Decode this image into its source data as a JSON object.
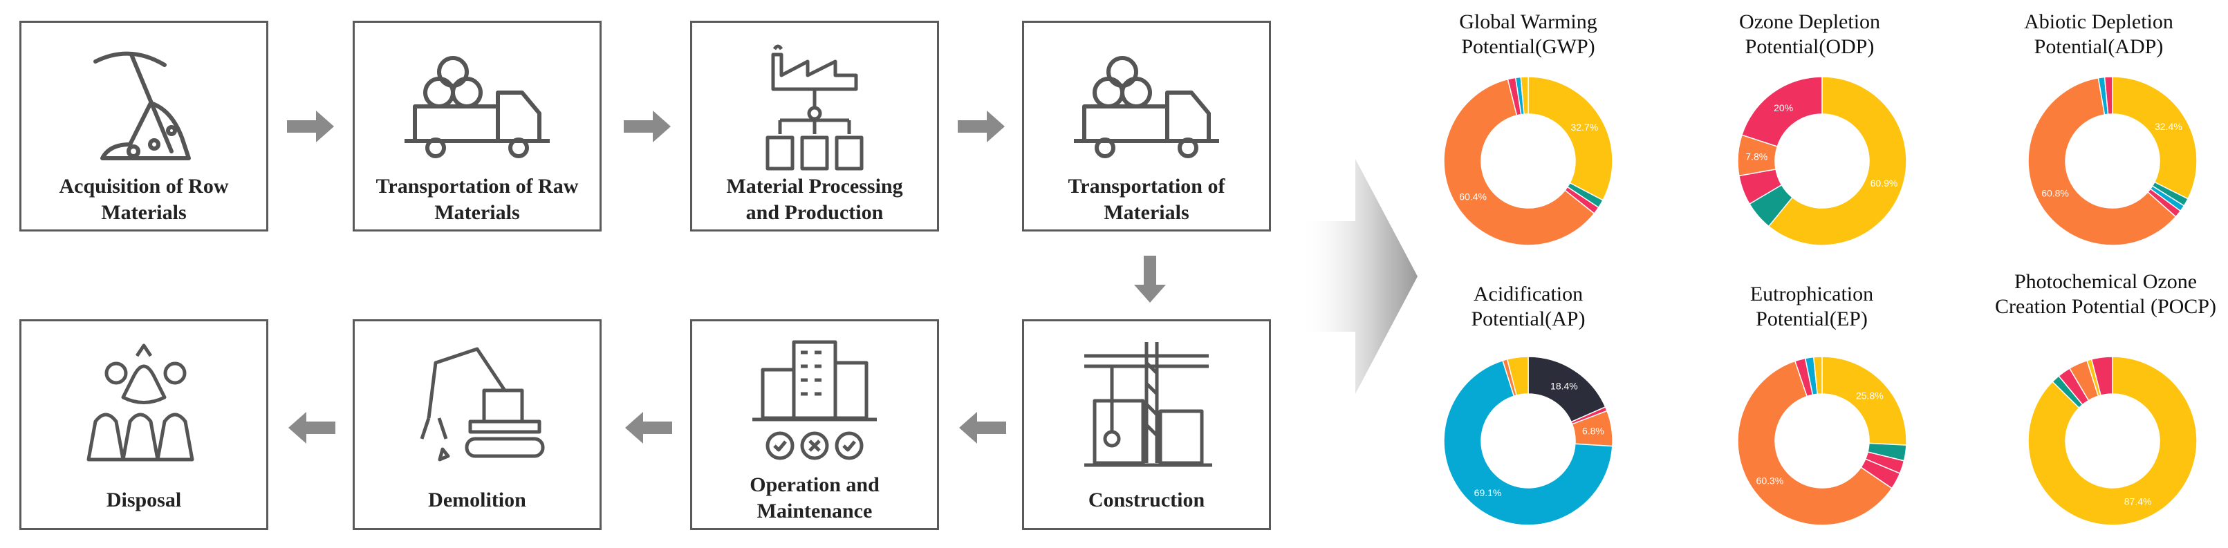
{
  "stages": [
    {
      "id": "acq",
      "label": "Acquisition of Row Materials",
      "icon": "pickaxe-rocks-icon"
    },
    {
      "id": "tr1",
      "label": "Transportation of Raw Materials",
      "icon": "truck-icon"
    },
    {
      "id": "proc",
      "label": "Material Processing and Production",
      "icon": "factory-icon"
    },
    {
      "id": "tr2",
      "label": "Transportation of Materials",
      "icon": "truck-icon"
    },
    {
      "id": "cons",
      "label": "Construction",
      "icon": "crane-building-icon"
    },
    {
      "id": "op",
      "label": "Operation and Maintenance",
      "icon": "buildings-gears-icon"
    },
    {
      "id": "dem",
      "label": "Demolition",
      "icon": "excavator-icon"
    },
    {
      "id": "disp",
      "label": "Disposal",
      "icon": "garbage-bags-icon"
    }
  ],
  "colors": {
    "yellow": "#fdc30f",
    "orange": "#fa7d3c",
    "teal": "#109a8a",
    "pink": "#f0305e",
    "navy": "#2b2d3a",
    "cyan": "#06a9d3",
    "blue": "#3c78d8",
    "lightorange": "#f9a55a"
  },
  "chart_data": [
    {
      "type": "pie",
      "title": "Global Warming Potential(GWP)",
      "slices": [
        {
          "value": 32.7,
          "color": "#fdc30f",
          "label": "32.7%"
        },
        {
          "value": 1.6,
          "color": "#109a8a",
          "label": ""
        },
        {
          "value": 1.4,
          "color": "#f0305e",
          "label": ""
        },
        {
          "value": 60.4,
          "color": "#fa7d3c",
          "label": "60.4%"
        },
        {
          "value": 1.5,
          "color": "#f0305e",
          "label": ""
        },
        {
          "value": 1.0,
          "color": "#06a9d3",
          "label": ""
        },
        {
          "value": 1.4,
          "color": "#fdc30f",
          "label": ""
        }
      ]
    },
    {
      "type": "pie",
      "title": "Ozone Depletion Potential(ODP)",
      "slices": [
        {
          "value": 60.9,
          "color": "#fdc30f",
          "label": "60.9%"
        },
        {
          "value": 5.6,
          "color": "#109a8a",
          "label": ""
        },
        {
          "value": 5.7,
          "color": "#f0305e",
          "label": ""
        },
        {
          "value": 7.8,
          "color": "#fa7d3c",
          "label": "7.8%"
        },
        {
          "value": 20,
          "color": "#f0305e",
          "label": "20%"
        }
      ]
    },
    {
      "type": "pie",
      "title": "Abiotic Depletion Potential(ADP)",
      "slices": [
        {
          "value": 32.4,
          "color": "#fdc30f",
          "label": "32.4%"
        },
        {
          "value": 1.5,
          "color": "#109a8a",
          "label": ""
        },
        {
          "value": 1.2,
          "color": "#06a9d3",
          "label": ""
        },
        {
          "value": 1.4,
          "color": "#f0305e",
          "label": ""
        },
        {
          "value": 60.8,
          "color": "#fa7d3c",
          "label": "60.8%"
        },
        {
          "value": 1.2,
          "color": "#06a9d3",
          "label": ""
        },
        {
          "value": 1.5,
          "color": "#f0305e",
          "label": ""
        }
      ]
    },
    {
      "type": "pie",
      "title": "Acidification Potential(AP)",
      "slices": [
        {
          "value": 18.4,
          "color": "#2b2d3a",
          "label": "18.4%"
        },
        {
          "value": 0.8,
          "color": "#f0305e",
          "label": ""
        },
        {
          "value": 6.8,
          "color": "#fa7d3c",
          "label": "6.8%"
        },
        {
          "value": 69.1,
          "color": "#06a9d3",
          "label": "69.1%"
        },
        {
          "value": 0.9,
          "color": "#fa7d3c",
          "label": ""
        },
        {
          "value": 4.0,
          "color": "#fdc30f",
          "label": ""
        }
      ]
    },
    {
      "type": "pie",
      "title": "Eutrophication Potential(EP)",
      "slices": [
        {
          "value": 25.8,
          "color": "#fdc30f",
          "label": "25.8%"
        },
        {
          "value": 3.0,
          "color": "#109a8a",
          "label": ""
        },
        {
          "value": 2.5,
          "color": "#f0305e",
          "label": ""
        },
        {
          "value": 3.2,
          "color": "#f0305e",
          "label": ""
        },
        {
          "value": 60.3,
          "color": "#fa7d3c",
          "label": "60.3%"
        },
        {
          "value": 2.0,
          "color": "#f0305e",
          "label": ""
        },
        {
          "value": 1.6,
          "color": "#06a9d3",
          "label": ""
        },
        {
          "value": 1.6,
          "color": "#fdc30f",
          "label": ""
        }
      ]
    },
    {
      "type": "pie",
      "title": "Photochemical Ozone Creation Potential (POCP)",
      "slices": [
        {
          "value": 87.4,
          "color": "#fdc30f",
          "label": "87.4%"
        },
        {
          "value": 1.6,
          "color": "#109a8a",
          "label": ""
        },
        {
          "value": 2.5,
          "color": "#f0305e",
          "label": ""
        },
        {
          "value": 3.6,
          "color": "#fa7d3c",
          "label": ""
        },
        {
          "value": 0.9,
          "color": "#fdc30f",
          "label": ""
        },
        {
          "value": 4.0,
          "color": "#f0305e",
          "label": ""
        }
      ]
    }
  ]
}
